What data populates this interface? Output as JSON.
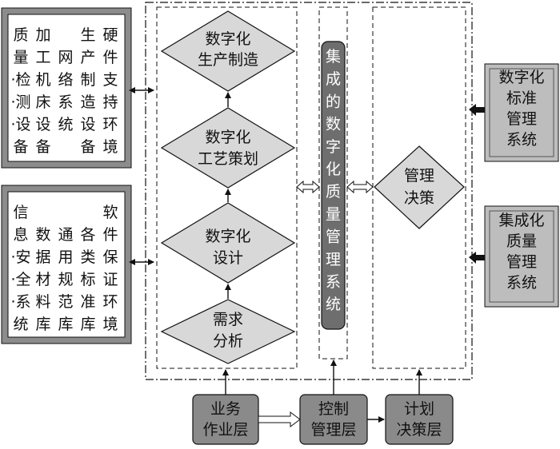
{
  "left_boxes": [
    {
      "columns": [
        [
          "质",
          "量",
          "·检",
          "·测",
          "·设",
          "备"
        ],
        [
          "加",
          "工",
          "机",
          "床",
          "设",
          "备"
        ],
        [
          "",
          "网",
          "络",
          "系",
          "统",
          ""
        ],
        [
          "生",
          "产",
          "制",
          "造",
          "设",
          "备"
        ],
        [
          "硬",
          "件",
          "支",
          "持",
          "环",
          "境"
        ]
      ]
    },
    {
      "columns": [
        [
          "信",
          "息",
          "·安",
          "·全",
          "·系",
          "统"
        ],
        [
          "",
          "数",
          "据",
          "材",
          "料",
          "库"
        ],
        [
          "",
          "通",
          "用",
          "规",
          "范",
          "库"
        ],
        [
          "",
          "各",
          "类",
          "标",
          "准",
          "库"
        ],
        [
          "软",
          "件",
          "保",
          "证",
          "环",
          "境"
        ]
      ]
    }
  ],
  "process_steps": [
    {
      "lines": [
        "数字化",
        "生产制造"
      ]
    },
    {
      "lines": [
        "数字化",
        "工艺策划"
      ]
    },
    {
      "lines": [
        "数字化",
        "设计"
      ]
    },
    {
      "lines": [
        "需求",
        "分析"
      ]
    }
  ],
  "center_system": {
    "chars": [
      "集",
      "成",
      "的",
      "数",
      "字",
      "化",
      "质",
      "量",
      "管",
      "理",
      "系",
      "统"
    ]
  },
  "decision": {
    "lines": [
      "管理",
      "决策"
    ]
  },
  "right_boxes": [
    {
      "lines": [
        "数字化",
        "标准",
        "管理",
        "系统"
      ]
    },
    {
      "lines": [
        "集成化",
        "质量",
        "管理",
        "系统"
      ]
    }
  ],
  "layers": [
    {
      "lines": [
        "业务",
        "作业层"
      ]
    },
    {
      "lines": [
        "控制",
        "管理层"
      ]
    },
    {
      "lines": [
        "计划",
        "决策层"
      ]
    }
  ],
  "colors": {
    "diamond_fill": "#d8d8d8",
    "dark_box": "#6e6e6e",
    "gray_box": "#bdbdbd",
    "frame_gray": "#8c8c8c",
    "stroke": "#1a1a1a"
  }
}
